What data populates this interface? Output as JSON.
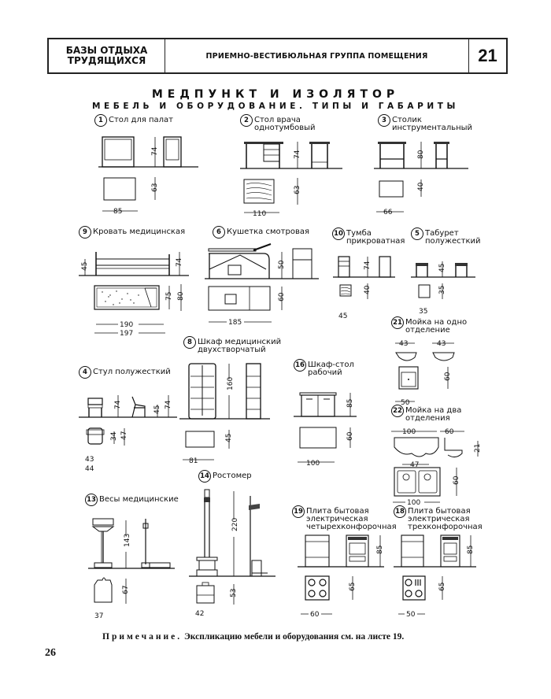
{
  "header": {
    "left_line1": "БАЗЫ ОТДЫХА",
    "left_line2": "ТРУДЯЩИХСЯ",
    "center": "ПРИЕМНО-ВЕСТИБЮЛЬНАЯ ГРУППА ПОМЕЩЕНИЯ",
    "sheet_number": "21"
  },
  "title": {
    "main": "МЕДПУНКТ И ИЗОЛЯТОР",
    "sub": "МЕБЕЛЬ И ОБОРУДОВАНИЕ. ТИПЫ И ГАБАРИТЫ"
  },
  "items": [
    {
      "id": "1",
      "lines": [
        "Стол для палат"
      ],
      "dims": {
        "height": "74",
        "depth": "63",
        "width": "85"
      }
    },
    {
      "id": "2",
      "lines": [
        "Стол врача",
        "однотумбовый"
      ],
      "dims": {
        "height": "74",
        "depth": "63",
        "width": "110"
      }
    },
    {
      "id": "3",
      "lines": [
        "Столик",
        "инструментальный"
      ],
      "dims": {
        "height": "80",
        "depth": "40",
        "width": "66"
      }
    },
    {
      "id": "9",
      "lines": [
        "Кровать медицинская"
      ],
      "dims": {
        "seat_height": "45",
        "height": "74",
        "width_inner": "75",
        "width_outer": "80",
        "length_inner": "190",
        "length_outer": "197"
      }
    },
    {
      "id": "6",
      "lines": [
        "Кушетка смотровая"
      ],
      "dims": {
        "height": "50",
        "depth": "60",
        "length": "185"
      }
    },
    {
      "id": "10",
      "lines": [
        "Тумба",
        "прикроватная"
      ],
      "dims": {
        "height": "74",
        "depth": "40",
        "width": "45"
      }
    },
    {
      "id": "5",
      "lines": [
        "Табурет",
        "полужесткий"
      ],
      "dims": {
        "height": "45",
        "depth": "35",
        "width": "35"
      }
    },
    {
      "id": "21",
      "lines": [
        "Мойка на одно",
        "отделение"
      ],
      "dims": {
        "width_a": "43",
        "width_b": "43",
        "depth": "60",
        "width": "50"
      }
    },
    {
      "id": "8",
      "lines": [
        "Шкаф медицинский",
        "двухстворчатый"
      ],
      "dims": {
        "height": "160",
        "depth": "45",
        "width": "81"
      }
    },
    {
      "id": "4",
      "lines": [
        "Стул полужесткий"
      ],
      "dims": {
        "height": "74",
        "seat_height": "45",
        "height_side": "74",
        "depth_seat": "34",
        "depth": "47",
        "width_seat": "43",
        "width": "44"
      }
    },
    {
      "id": "16",
      "lines": [
        "Шкаф-стол",
        "рабочий"
      ],
      "dims": {
        "height": "85",
        "depth": "60",
        "width": "100"
      }
    },
    {
      "id": "22",
      "lines": [
        "Мойка на два",
        "отделения"
      ],
      "dims": {
        "width": "100",
        "side_width": "60",
        "bowl_depth": "21",
        "bowl_width": "47",
        "depth": "60",
        "width_plan": "100"
      }
    },
    {
      "id": "14",
      "lines": [
        "Ростомер"
      ],
      "dims": {
        "height": "220",
        "depth": "53",
        "width": "42"
      }
    },
    {
      "id": "13",
      "lines": [
        "Весы медицинские"
      ],
      "dims": {
        "height": "143",
        "depth": "67",
        "width": "37"
      }
    },
    {
      "id": "19",
      "lines": [
        "Плита бытовая",
        "электрическая",
        "четырехконфорочная"
      ],
      "dims": {
        "height": "85",
        "depth": "65",
        "width": "60"
      }
    },
    {
      "id": "18",
      "lines": [
        "Плита бытовая",
        "электрическая",
        "трехконфорочная"
      ],
      "dims": {
        "height": "85",
        "depth": "65",
        "width": "50"
      }
    }
  ],
  "footer": {
    "note_label": "Примечание.",
    "note_text": "Экспликацию мебели и оборудования см. на листе 19.",
    "page_number": "26"
  }
}
